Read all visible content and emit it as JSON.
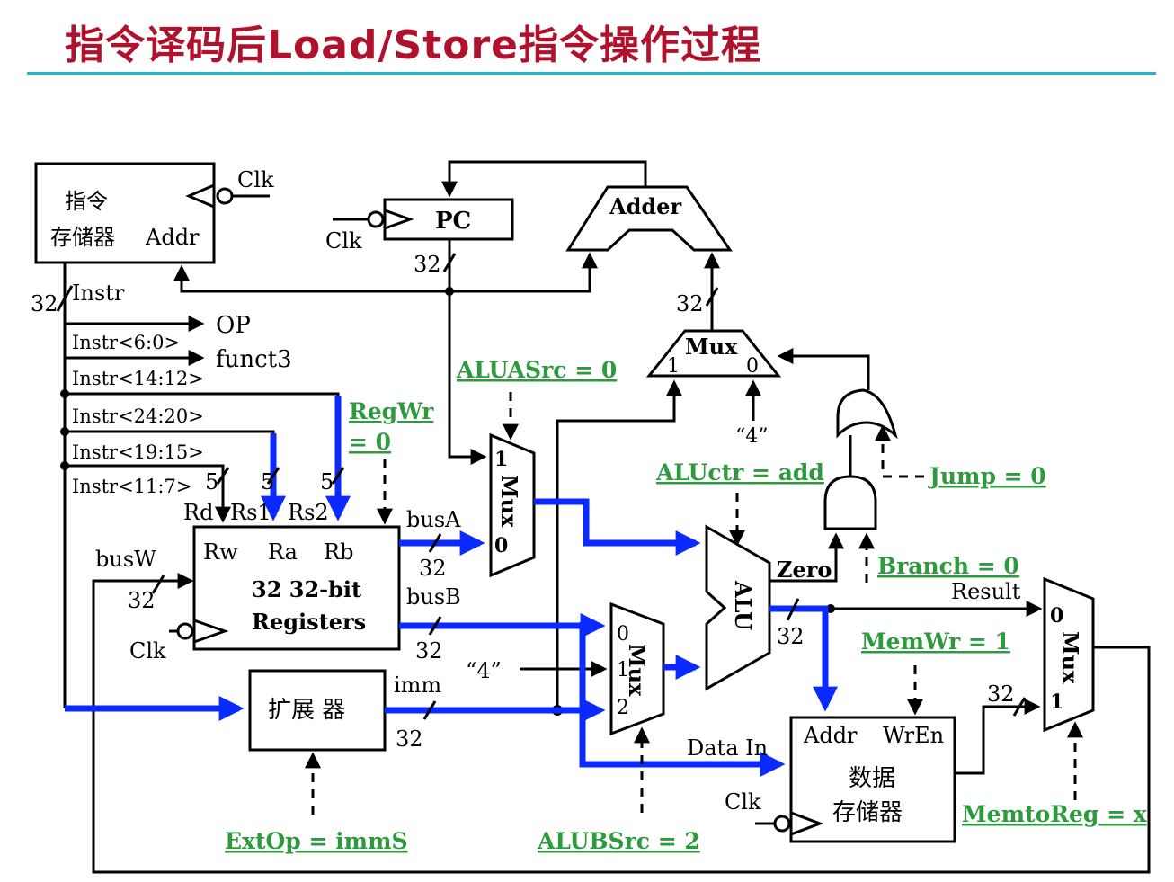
{
  "title": "指令译码后Load/Store指令操作过程",
  "colors": {
    "title": "#b0122d",
    "rule": "#22b8c8",
    "bus": "#0a2aff",
    "control": "#2e9a3e"
  },
  "blocks": {
    "imem": {
      "line1": "指令",
      "line2": "存储器",
      "addr": "Addr",
      "clk": "Clk",
      "instr": "Instr"
    },
    "pc": {
      "label": "PC",
      "clk": "Clk"
    },
    "adder": {
      "label": "Adder"
    },
    "mux_pc": {
      "label": "Mux",
      "in1": "1",
      "in0": "0",
      "const": "“4”"
    },
    "mux_a": {
      "label": "Mux",
      "in1": "1",
      "in0": "0"
    },
    "mux_b": {
      "label": "Mux",
      "in0": "0",
      "in1": "1",
      "in2": "2",
      "const": "“4”"
    },
    "mux_wb": {
      "label": "Mux",
      "in0": "0",
      "in1": "1"
    },
    "regfile": {
      "rw": "Rw",
      "ra": "Ra",
      "rb": "Rb",
      "line1": "32 32-bit",
      "line2": "Registers",
      "clk": "Clk",
      "busA": "busA",
      "busB": "busB",
      "busW": "busW"
    },
    "alu": {
      "label": "ALU",
      "zero": "Zero",
      "result": "Result"
    },
    "ext": {
      "label": "扩展 器",
      "imm": "imm"
    },
    "dmem": {
      "addr": "Addr",
      "wren": "WrEn",
      "line1": "数据",
      "line2": "存储器",
      "clk": "Clk",
      "data_in": "Data In"
    }
  },
  "fields": [
    "OP",
    "funct3"
  ],
  "instr_fields": [
    "Instr<6:0>",
    "Instr<14:12>",
    "Instr<24:20>",
    "Instr<19:15>",
    "Instr<11:7>"
  ],
  "reg_ports": [
    "Rd",
    "Rs1",
    "Rs2"
  ],
  "widths": {
    "w32": "32",
    "w5": "5"
  },
  "controls": {
    "aluasrc": "ALUASrc = 0",
    "regwr_1": "RegWr",
    "regwr_2": "= 0",
    "aluctr": "ALUctr = add",
    "jump": "Jump = 0",
    "branch": "Branch = 0",
    "memwr": "MemWr = 1",
    "memtoreg": "MemtoReg = x",
    "extop": "ExtOp = immS",
    "alubsrc": "ALUBSrc = 2"
  }
}
